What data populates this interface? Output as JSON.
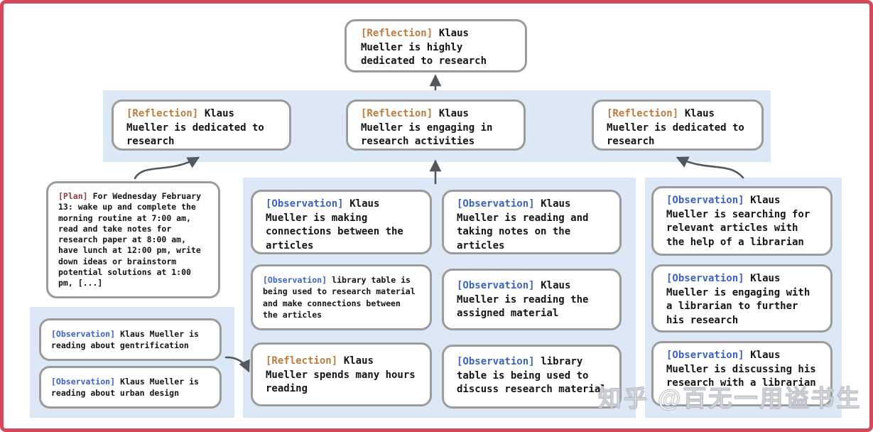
{
  "meta": {
    "description": "Memory / reflection tree diagram for agent Klaus Mueller"
  },
  "colors": {
    "frame_border": "#d5485a",
    "band_background": "#dde8f7",
    "node_border": "#9b9b9b",
    "arrow": "#54585c",
    "tag_reflection": "#bd7b3e",
    "tag_plan": "#953a35",
    "tag_observation": "#3b63c4"
  },
  "watermark": {
    "text": "知乎 @百无一用谥书生"
  },
  "nodes": {
    "root": {
      "tag": "[Reflection]",
      "text": "Klaus Mueller is highly dedicated to research"
    },
    "refl_left": {
      "tag": "[Reflection]",
      "text": "Klaus Mueller is dedicated to research"
    },
    "refl_center": {
      "tag": "[Reflection]",
      "text": "Klaus Mueller is engaging in research activities"
    },
    "refl_right": {
      "tag": "[Reflection]",
      "text": "Klaus Mueller is dedicated to research"
    },
    "plan": {
      "tag": "[Plan]",
      "text": "For Wednesday February 13: wake up and complete the morning routine at 7:00 am, read and take notes for research paper at 8:00 am, have lunch at 12:00 pm, write down ideas or brainstorm potential solutions at 1:00 pm, [...]"
    },
    "obs_gentrification": {
      "tag": "[Observation]",
      "text": "Klaus Mueller is reading about gentrification"
    },
    "obs_urban_design": {
      "tag": "[Observation]",
      "text": "Klaus Mueller is reading about urban design"
    },
    "obs_connections": {
      "tag": "[Observation]",
      "text": "Klaus Mueller is making connections between the articles"
    },
    "obs_library_research": {
      "tag": "[Observation]",
      "text": "library table is being used to research material and make connections between the articles"
    },
    "refl_hours": {
      "tag": "[Reflection]",
      "text": "Klaus Mueller spends many hours reading"
    },
    "obs_taking_notes": {
      "tag": "[Observation]",
      "text": "Klaus Mueller is reading and taking notes on the articles"
    },
    "obs_assigned": {
      "tag": "[Observation]",
      "text": "Klaus Mueller is reading the assigned material"
    },
    "obs_library_discuss": {
      "tag": "[Observation]",
      "text": "library table is being used to discuss research material"
    },
    "obs_searching": {
      "tag": "[Observation]",
      "text": "Klaus Mueller is searching for relevant articles with the help of a librarian"
    },
    "obs_engaging": {
      "tag": "[Observation]",
      "text": "Klaus Mueller is engaging with a librarian to further his research"
    },
    "obs_discussing": {
      "tag": "[Observation]",
      "text": "Klaus Mueller is discussing his research with a librarian"
    }
  }
}
